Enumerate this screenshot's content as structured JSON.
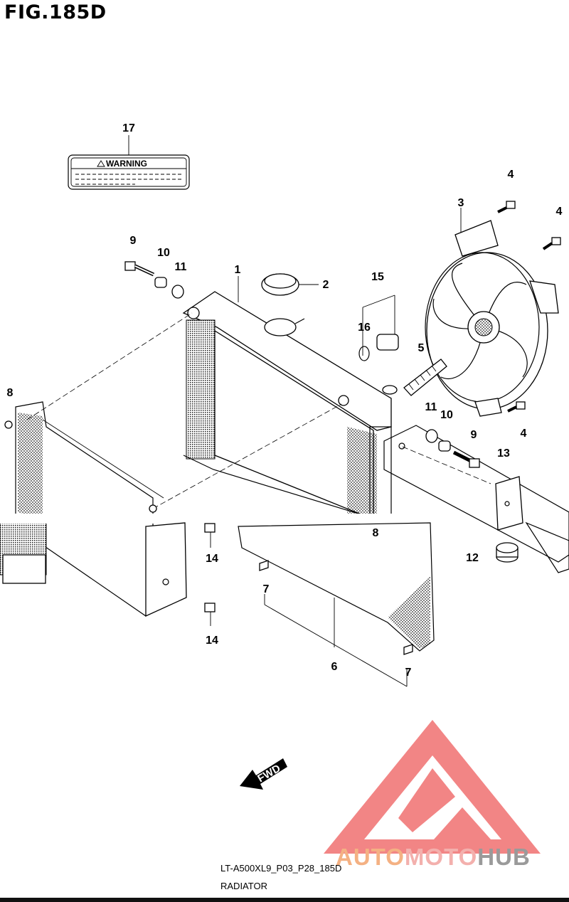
{
  "figure": {
    "title": "FIG.185D"
  },
  "warning_label": {
    "text": "WARNING"
  },
  "callouts": [
    "17",
    "4",
    "3",
    "4",
    "9",
    "10",
    "11",
    "1",
    "2",
    "15",
    "16",
    "5",
    "8",
    "11",
    "10",
    "9",
    "13",
    "8",
    "12",
    "14",
    "7",
    "14",
    "6",
    "7",
    "4"
  ],
  "fwd_arrow": {
    "text": "FWD"
  },
  "footer": {
    "code": "LT-A500XL9_P03_P28_185D",
    "description": "RADIATOR"
  },
  "watermark": {
    "auto": "AUTO",
    "moto": "MOTO",
    "hub": "HUB",
    "colors": {
      "auto": "#f4b183",
      "moto": "#f3b0ad",
      "hub": "#9a9a9a",
      "logo": "#ef6f6f"
    }
  }
}
